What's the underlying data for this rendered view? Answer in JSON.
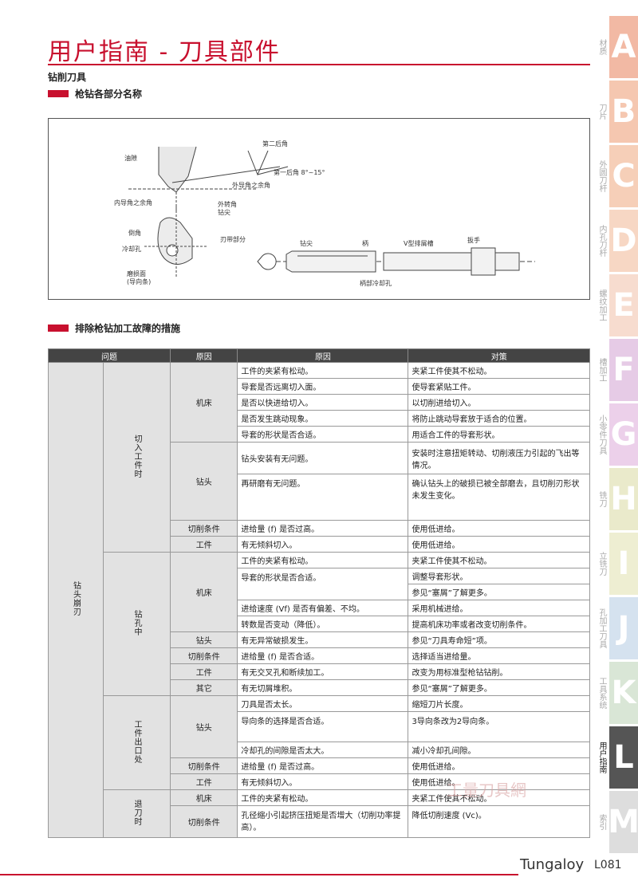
{
  "page": {
    "title": "用户指南 - 刀具部件",
    "section": "钻削刀具",
    "head1": "枪钻各部分名称",
    "head2": "排除枪钻加工故障的措施",
    "brand": "Tungaloy",
    "page_no": "L081",
    "watermark": "工量刀具網"
  },
  "diagram": {
    "labels": [
      "第二后角",
      "油隙",
      "第一后角 8°~15°",
      "外导角之余角",
      "内导角之余角",
      "外转角",
      "钻尖",
      "刃带部分",
      "倒角",
      "冷却孔",
      "磨损面",
      "(导向条)",
      "钻尖",
      "柄",
      "V型排屑槽",
      "扳手",
      "柄部冷却孔"
    ]
  },
  "table": {
    "headers": [
      "问题",
      "原因",
      "原因",
      "对策"
    ],
    "problem": "钻头崩刃",
    "stage1": "切入工件时",
    "stage2": "钻孔中",
    "stage3": "工件出口处",
    "stage4": "退刀时",
    "cat": {
      "machine": "机床",
      "drill": "钻头",
      "cond": "切削条件",
      "work": "工件",
      "other": "其它"
    },
    "rows": [
      [
        "工件的夹紧有松动。",
        "夹紧工件使其不松动。"
      ],
      [
        "导套是否远离切入面。",
        "使导套紧贴工件。"
      ],
      [
        "是否以快进给切入。",
        "以切削进给切入。"
      ],
      [
        "是否发生跳动现象。",
        "将防止跳动导套放于适合的位置。"
      ],
      [
        "导套的形状是否合适。",
        "用适合工件的导套形状。"
      ],
      [
        "钻头安装有无问题。",
        "安装时注意扭矩转动、切削液压力引起的飞出等情况。"
      ],
      [
        "再研磨有无问题。",
        "确认钻头上的破损已被全部磨去，且切削刃形状未发生变化。"
      ],
      [
        "进给量 (f) 是否过高。",
        "使用低进给。"
      ],
      [
        "有无倾斜切入。",
        "使用低进给。"
      ],
      [
        "工件的夹紧有松动。",
        "夹紧工件使其不松动。"
      ],
      [
        "导套的形状是否合适。",
        "调整导套形状。"
      ],
      [
        "",
        "参见“塞屑”了解更多。"
      ],
      [
        "进给速度 (Vf) 是否有偏差、不均。",
        "采用机械进给。"
      ],
      [
        "转数是否变动（降低）。",
        "提高机床功率或者改变切削条件。"
      ],
      [
        "有无异常破损发生。",
        "参见“刀具寿命短”项。"
      ],
      [
        "进给量 (f) 是否合适。",
        "选择适当进给量。"
      ],
      [
        "有无交叉孔和断续加工。",
        "改变为用标准型枪钻钻削。"
      ],
      [
        "有无切屑堆积。",
        "参见“塞屑”了解更多。"
      ],
      [
        "刀具是否太长。",
        "缩短刀片长度。"
      ],
      [
        "导向条的选择是否合适。",
        "3导向条改为2导向条。"
      ],
      [
        "冷却孔的间隙是否太大。",
        "减小冷却孔间隙。"
      ],
      [
        "进给量 (f) 是否过高。",
        "使用低进给。"
      ],
      [
        "有无倾斜切入。",
        "使用低进给。"
      ],
      [
        "工件的夹紧有松动。",
        "夹紧工件使其不松动。"
      ],
      [
        "孔径缩小引起挤压扭矩是否增大（切削功率提高）。",
        "降低切削速度 (Vc)。"
      ]
    ]
  },
  "tabs": [
    {
      "letter": "A",
      "label": "材质",
      "color": "#f2b9a4"
    },
    {
      "letter": "B",
      "label": "刀片",
      "color": "#f5c7b0"
    },
    {
      "letter": "C",
      "label": "外圆刀杆",
      "color": "#f6cfb8"
    },
    {
      "letter": "D",
      "label": "内孔刀杆",
      "color": "#f7d7c4"
    },
    {
      "letter": "E",
      "label": "螺纹加工",
      "color": "#f7dccf"
    },
    {
      "letter": "F",
      "label": "槽加工",
      "color": "#e6cbe6"
    },
    {
      "letter": "G",
      "label": "小零件刀具",
      "color": "#ecd0ea"
    },
    {
      "letter": "H",
      "label": "铣刀",
      "color": "#eaeacb"
    },
    {
      "letter": "I",
      "label": "立铣刀",
      "color": "#eeeed2"
    },
    {
      "letter": "J",
      "label": "孔加工刀具",
      "color": "#d5e2ef"
    },
    {
      "letter": "K",
      "label": "工具系统",
      "color": "#d9e6d6"
    },
    {
      "letter": "L",
      "label": "用户指南",
      "color": "#555555"
    },
    {
      "letter": "M",
      "label": "索引",
      "color": "#dddddd"
    }
  ]
}
